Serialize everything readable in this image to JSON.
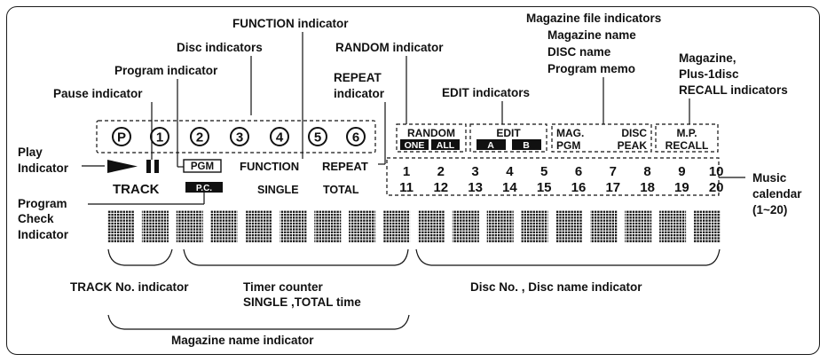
{
  "callouts": {
    "function": "FUNCTION indicator",
    "disc": "Disc indicators",
    "program": "Program indicator",
    "pause": "Pause indicator",
    "random": "RANDOM indicator",
    "repeat_1": "REPEAT",
    "repeat_2": "indicator",
    "edit": "EDIT indicators",
    "magfile_1": "Magazine file indicators",
    "magfile_2": "Magazine name",
    "magfile_3": "DISC name",
    "magfile_4": "Program memo",
    "recall_1": "Magazine,",
    "recall_2": "Plus-1disc",
    "recall_3": "RECALL indicators",
    "play_1": "Play",
    "play_2": "Indicator",
    "check_1": "Program",
    "check_2": "Check",
    "check_3": "Indicator",
    "music_1": "Music",
    "music_2": "calendar",
    "music_3": "(1~20)",
    "track_no": "TRACK No. indicator",
    "timer_1": "Timer counter",
    "timer_2": "SINGLE ,TOTAL time",
    "disc_no": "Disc No. , Disc name indicator",
    "magazine_name": "Magazine name indicator"
  },
  "display": {
    "discs": [
      "P",
      "1",
      "2",
      "3",
      "4",
      "5",
      "6"
    ],
    "pgm": "PGM",
    "function": "FUNCTION",
    "repeat": "REPEAT",
    "track": "TRACK",
    "pc": "P.C.",
    "single": "SINGLE",
    "total": "TOTAL",
    "random": "RANDOM",
    "one": "ONE",
    "all": "ALL",
    "edit": "EDIT",
    "edit_a": "A",
    "edit_b": "B",
    "mag": "MAG.",
    "disc": "DISC",
    "pgm2": "PGM",
    "peak": "PEAK",
    "mp": "M.P.",
    "recall": "RECALL",
    "calendar_row1": [
      "1",
      "2",
      "3",
      "4",
      "5",
      "6",
      "7",
      "8",
      "9",
      "10"
    ],
    "calendar_row2": [
      "11",
      "12",
      "13",
      "14",
      "15",
      "16",
      "17",
      "18",
      "19",
      "20"
    ],
    "dot_matrix_count": 18
  },
  "icons": {
    "play": "play-icon",
    "pause": "pause-icon"
  }
}
